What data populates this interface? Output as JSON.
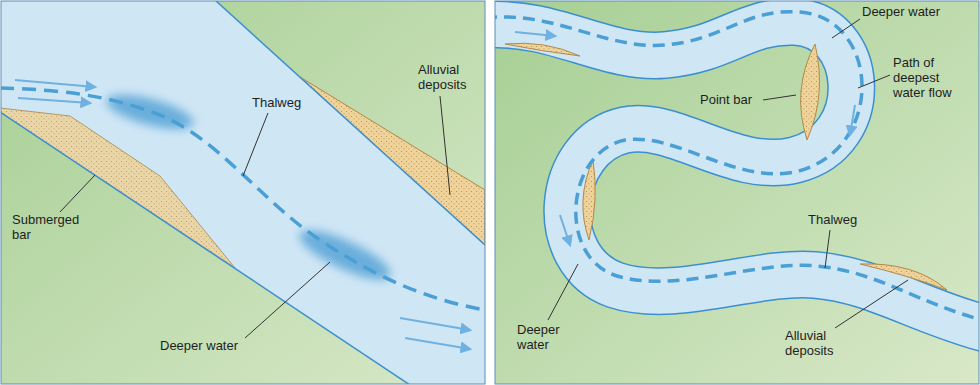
{
  "diagram": {
    "labels": [
      "Thalweg",
      "Alluvial deposits",
      "Submerged bar",
      "Deeper water",
      "Deeper water",
      "Path of deepest water flow",
      "Point bar",
      "Thalweg",
      "Deeper water",
      "Alluvial deposits"
    ]
  }
}
